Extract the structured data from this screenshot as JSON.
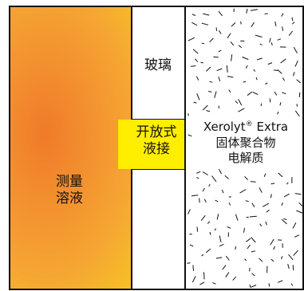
{
  "labels": {
    "measuring_solution": [
      "测量",
      "溶液"
    ],
    "glass": "玻璃",
    "open_junction": [
      "开放式",
      "液接"
    ],
    "electrolyte": {
      "brand": "Xerolyt",
      "registered": "®",
      "brand_suffix": " Extra",
      "line2": "固体聚合物",
      "line3": "电解质"
    }
  },
  "colors": {
    "solution_gradient": [
      "#f07a2a",
      "#f5a533",
      "#f7d41c"
    ],
    "junction_fill": "#ffee00",
    "glass_fill": "#ffffff",
    "electrolyte_fill": "#ffffff",
    "outline": "#111111",
    "hatch": "#111111"
  }
}
